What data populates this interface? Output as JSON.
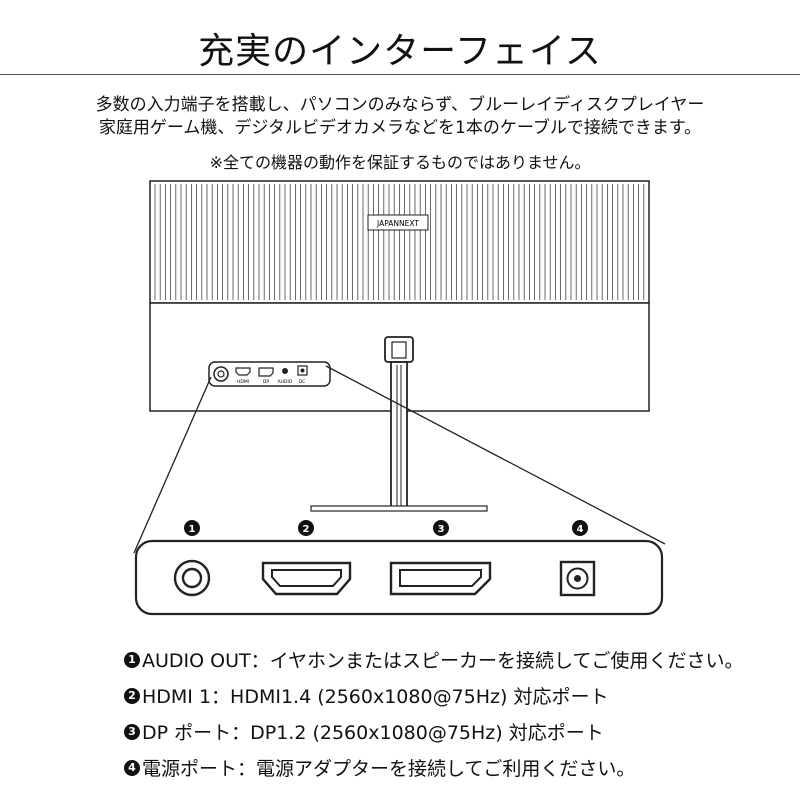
{
  "title": "充実のインターフェイス",
  "description_line1": "多数の入力端子を搭載し、パソコンのみならず、ブルーレイディスクプレイヤー",
  "description_line2": "家庭用ゲーム機、デジタルビデオカメラなどを1本のケーブルで接続できます。",
  "note": "※全ての機器の動作を保証するものではありません。",
  "monitor": {
    "brand": "JAPANNEXT",
    "port_labels": [
      "HDMI",
      "DP",
      "AUDIO",
      "DC"
    ]
  },
  "callout_numbers": [
    "1",
    "2",
    "3",
    "4"
  ],
  "legend": [
    {
      "num": "1",
      "text": "AUDIO OUT：イヤホンまたはスピーカーを接続してご使用ください。"
    },
    {
      "num": "2",
      "text": "HDMI 1：HDMI1.4 (2560x1080@75Hz) 対応ポート"
    },
    {
      "num": "3",
      "text": "DP ポート：DP1.2 (2560x1080@75Hz) 対応ポート"
    },
    {
      "num": "4",
      "text": "電源ポート：電源アダプターを接続してご利用ください。"
    }
  ]
}
